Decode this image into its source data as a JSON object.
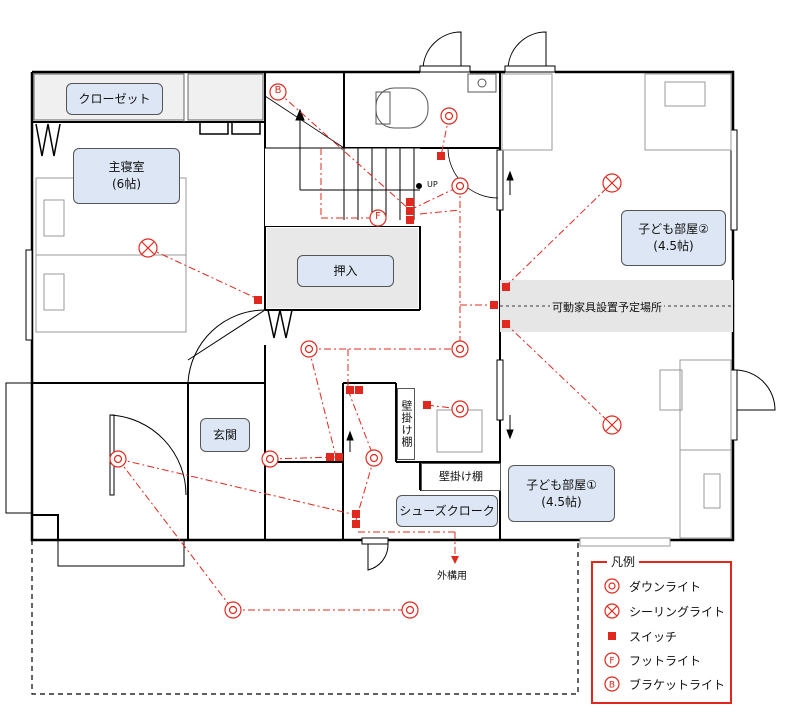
{
  "rooms": {
    "closet": "クローゼット",
    "master_bedroom": "主寝室",
    "master_bedroom_size": "(6帖)",
    "oshiire": "押入",
    "kids_room_2": "子ども部屋②",
    "kids_room_2_size": "(4.5帖)",
    "kids_room_1": "子ども部屋①",
    "kids_room_1_size": "(4.5帖)",
    "genkan": "玄関",
    "shoes_cloak": "シューズクローク",
    "wall_shelf_vertical": "壁掛け棚",
    "wall_shelf_horizontal": "壁掛け棚",
    "movable_furniture": "可動家具設置予定場所",
    "exterior": "外構用",
    "up": "UP"
  },
  "legend": {
    "title": "凡例",
    "downlight": "ダウンライト",
    "ceiling_light": "シーリングライト",
    "switch": "スイッチ",
    "foot_light": "フットライト",
    "bracket_light": "ブラケットライト"
  },
  "symbols": {
    "foot": "F",
    "bracket": "B"
  },
  "colors": {
    "wiring": "#e0281e",
    "wall": "#000000",
    "room_label_bg": "#dce6f4",
    "furniture": "#888888"
  }
}
